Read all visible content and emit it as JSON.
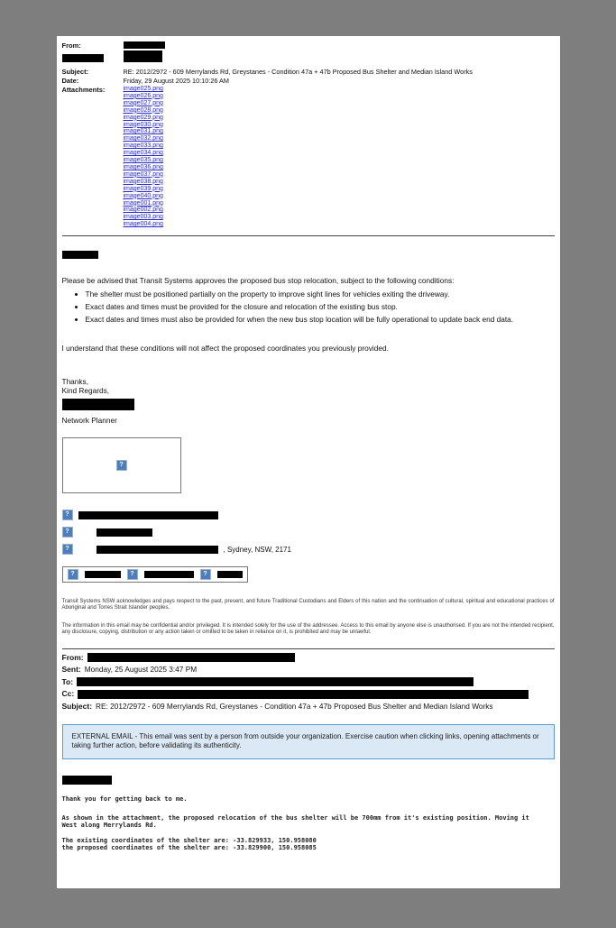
{
  "header": {
    "from_label": "From:",
    "subject_label": "Subject:",
    "date_label": "Date:",
    "attachments_label": "Attachments:",
    "subject_value": "RE: 2012/2972 - 609 Merrylands Rd, Greystanes - Condition 47a + 47b Proposed Bus Shelter and Median Island Works",
    "date_value": "Friday, 29 August 2025 10:10:26 AM",
    "attachments": [
      "image025.png",
      "image026.png",
      "image027.png",
      "image028.png",
      "image029.png",
      "image030.png",
      "image031.png",
      "image032.png",
      "image033.png",
      "image034.png",
      "image035.png",
      "image036.png",
      "image037.png",
      "image038.png",
      "image039.png",
      "image040.png",
      "image001.png",
      "image002.png",
      "image003.png",
      "image004.png"
    ]
  },
  "body": {
    "intro": "Please be advised that Transit Systems approves the proposed bus stop relocation, subject to the following conditions:",
    "bullets": [
      "The shelter must be positioned partially on the property to improve sight lines for vehicles exiting the driveway.",
      "Exact dates and times must be provided for the closure and relocation of the existing bus stop.",
      "Exact dates and times must also be provided for when the new bus stop location will be fully operational to update back end data."
    ],
    "confirmation": "I understand that these conditions will not affect the proposed coordinates you previously provided.",
    "thanks": "Thanks,",
    "kind_regards": "Kind Regards,",
    "role": "Network Planner",
    "address_suffix": ", Sydney, NSW, 2171"
  },
  "disclaimer": {
    "acknowledgement": "Transit Systems NSW acknowledges and pays respect to the past, present, and future Traditional Custodians and Elders of this nation and the continuation of cultural, spiritual and educational practices of Aboriginal and Torres Strait Islander peoples.",
    "confidentiality": "The information in this email may be confidential and/or privileged. It is intended solely for the use of the addressee. Access to this email by anyone else is unauthorised. If you are not the intended recipient, any disclosure, copying, distribution or any action taken or omitted to be taken in reliance on it, is prohibited and may be unlawful."
  },
  "quoted": {
    "from_label": "From:",
    "sent_label": "Sent:",
    "sent_value": "Monday, 25 August 2025 3:47 PM",
    "to_label": "To:",
    "cc_label": "Cc:",
    "subject_label": "Subject:",
    "subject_value": "RE: 2012/2972 - 609 Merrylands Rd, Greystanes - Condition 47a + 47b Proposed Bus Shelter and Median Island Works",
    "external_notice": "EXTERNAL EMAIL - This email was sent by a person from outside your organization. Exercise caution when clicking links, opening attachments or taking further action, before validating its authenticity.",
    "reply_thanks": "Thank you for getting back to me.",
    "reply_body": "As shown in the attachment, the proposed relocation of the bus shelter will be 700mm from it's existing position. Moving it West along Merrylands Rd.",
    "reply_existing": "The existing coordinates of the shelter are: -33.829933, 150.958080",
    "reply_proposed": "the proposed coordinates of the shelter are: -33.829900, 150.958085"
  },
  "icons": {
    "broken_image_glyph": "?"
  }
}
